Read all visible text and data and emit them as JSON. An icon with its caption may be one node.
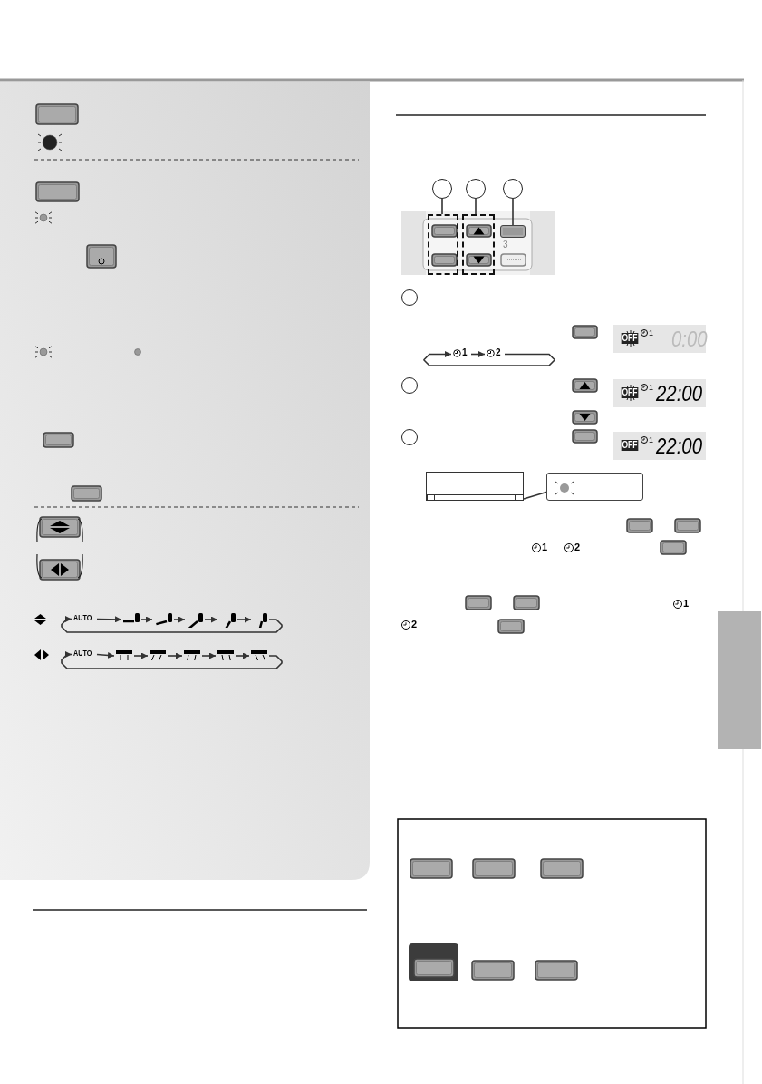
{
  "diagram": {
    "nodes": [
      {
        "text": [],
        "shape": "circle"
      },
      {
        "text": [],
        "shape": "circle"
      },
      {
        "text": [],
        "shape": "circle"
      },
      {
        "text": [],
        "shape": "box"
      },
      {
        "text": [],
        "shape": "box"
      },
      {
        "text": [],
        "shape": "box"
      },
      {
        "text": [],
        "shape": "circle"
      },
      {
        "text": [],
        "shape": "circle"
      },
      {
        "text": [],
        "shape": "circle"
      },
      {
        "text": [
          "1"
        ]
      },
      {
        "text": [
          "2"
        ]
      },
      {
        "text": [],
        "shape": "box"
      },
      {
        "text": [],
        "shape": "box"
      },
      {
        "text": [
          "AUTO"
        ]
      },
      {
        "text": [],
        "shape": "picture"
      },
      {
        "text": [],
        "shape": "picture"
      },
      {
        "text": [],
        "shape": "picture"
      },
      {
        "text": [],
        "shape": "picture"
      },
      {
        "text": [],
        "shape": "picture"
      },
      {
        "text": [
          "AUTO"
        ]
      },
      {
        "text": [],
        "shape": "picture"
      },
      {
        "text": [],
        "shape": "picture"
      },
      {
        "text": [],
        "shape": "picture"
      },
      {
        "text": [],
        "shape": "picture"
      },
      {
        "text": [],
        "shape": "picture"
      },
      {
        "text": [],
        "shape": "bar"
      }
    ],
    "edges": [
      {
        "from": 0,
        "to": 3,
        "arrow": "none"
      },
      {
        "from": 1,
        "to": 4,
        "arrow": "none"
      },
      {
        "from": 2,
        "to": 5,
        "arrow": "none"
      },
      {
        "from": 9,
        "to": 10,
        "arrow": "to"
      },
      {
        "from": 10,
        "to": 9,
        "arrow": "to"
      },
      {
        "from": 12,
        "to": 11,
        "arrow": "none"
      },
      {
        "from": 13,
        "to": 14,
        "arrow": "to"
      },
      {
        "from": 14,
        "to": 15,
        "arrow": "to"
      },
      {
        "from": 15,
        "to": 16,
        "arrow": "to"
      },
      {
        "from": 16,
        "to": 17,
        "arrow": "to"
      },
      {
        "from": 17,
        "to": 18,
        "arrow": "to"
      },
      {
        "from": 18,
        "to": 13,
        "arrow": "to"
      },
      {
        "from": 19,
        "to": 20,
        "arrow": "to"
      },
      {
        "from": 20,
        "to": 21,
        "arrow": "to"
      },
      {
        "from": 21,
        "to": 22,
        "arrow": "to"
      },
      {
        "from": 22,
        "to": 23,
        "arrow": "to"
      },
      {
        "from": 23,
        "to": 24,
        "arrow": "to"
      },
      {
        "from": 24,
        "to": 19,
        "arrow": "to"
      }
    ],
    "labels": [
      "3",
      "OFF",
      "1",
      "0:00",
      "OFF",
      "1",
      "22:00",
      "OFF",
      "1",
      "22:00",
      "1",
      "2",
      "1",
      "2"
    ]
  }
}
